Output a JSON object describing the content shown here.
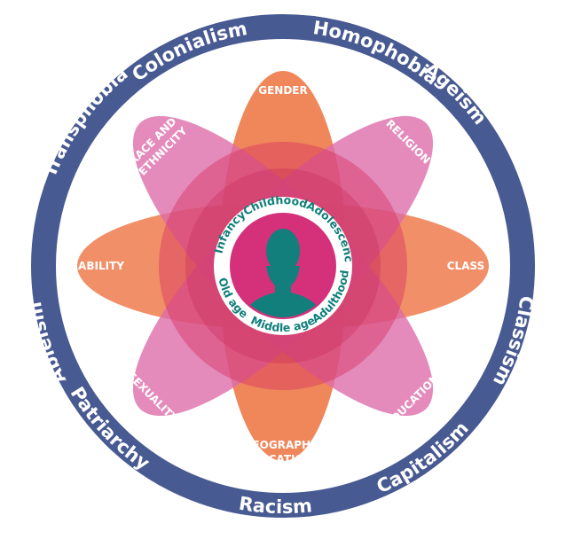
{
  "outer_ring": {
    "labels": {
      "colonialism": "Colonialism",
      "homophobia": "Homophobia",
      "ageism": "Ageism",
      "classism": "Classism",
      "capitalism": "Capitalism",
      "racism": "Racism",
      "patriarchy": "Patriarchy",
      "ableism": "Ableism",
      "transphobia": "Transphobia"
    },
    "color": "#485a92"
  },
  "petals": {
    "gender": {
      "lines": [
        "GENDER"
      ]
    },
    "religion": {
      "lines": [
        "RELIGION"
      ]
    },
    "class": {
      "lines": [
        "CLASS"
      ]
    },
    "education": {
      "lines": [
        "EDUCATION"
      ]
    },
    "geographic_location": {
      "lines": [
        "GEOGRAPHIC",
        "LOCATION"
      ]
    },
    "sexuality": {
      "lines": [
        "SEXUALITY"
      ]
    },
    "ability": {
      "lines": [
        "ABILITY"
      ]
    },
    "race_and_ethnicity": {
      "lines": [
        "RACE AND",
        "ETHNICITY"
      ]
    }
  },
  "life_stages": {
    "infancy": "Infancy",
    "childhood": "Childhood",
    "adolescence": "Adolescence",
    "adulthood": "Adulthood",
    "middle_age": "Middle age",
    "old_age": "Old age"
  },
  "colors": {
    "orange_petal": "#ee7d4d",
    "pink_petal": "#dd6aa9",
    "overlap": "#d6345f",
    "center_circle": "#d4317a",
    "person_icon": "#127f7c",
    "teal_text": "#0f7f7b"
  },
  "icons": [
    "person-silhouette-icon"
  ]
}
